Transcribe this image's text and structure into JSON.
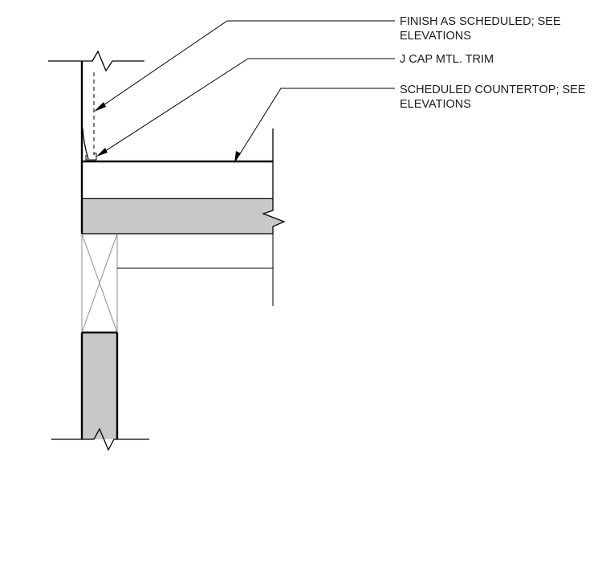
{
  "notes": [
    {
      "line1": "FINISH AS SCHEDULED; SEE",
      "line2": "ELEVATIONS"
    },
    {
      "line1": "J CAP  MTL. TRIM",
      "line2": ""
    },
    {
      "line1": "SCHEDULED COUNTERTOP; SEE",
      "line2": "ELEVATIONS"
    }
  ],
  "colors": {
    "line": "#000000",
    "fill": "#c8c8c8",
    "background": "#ffffff"
  }
}
